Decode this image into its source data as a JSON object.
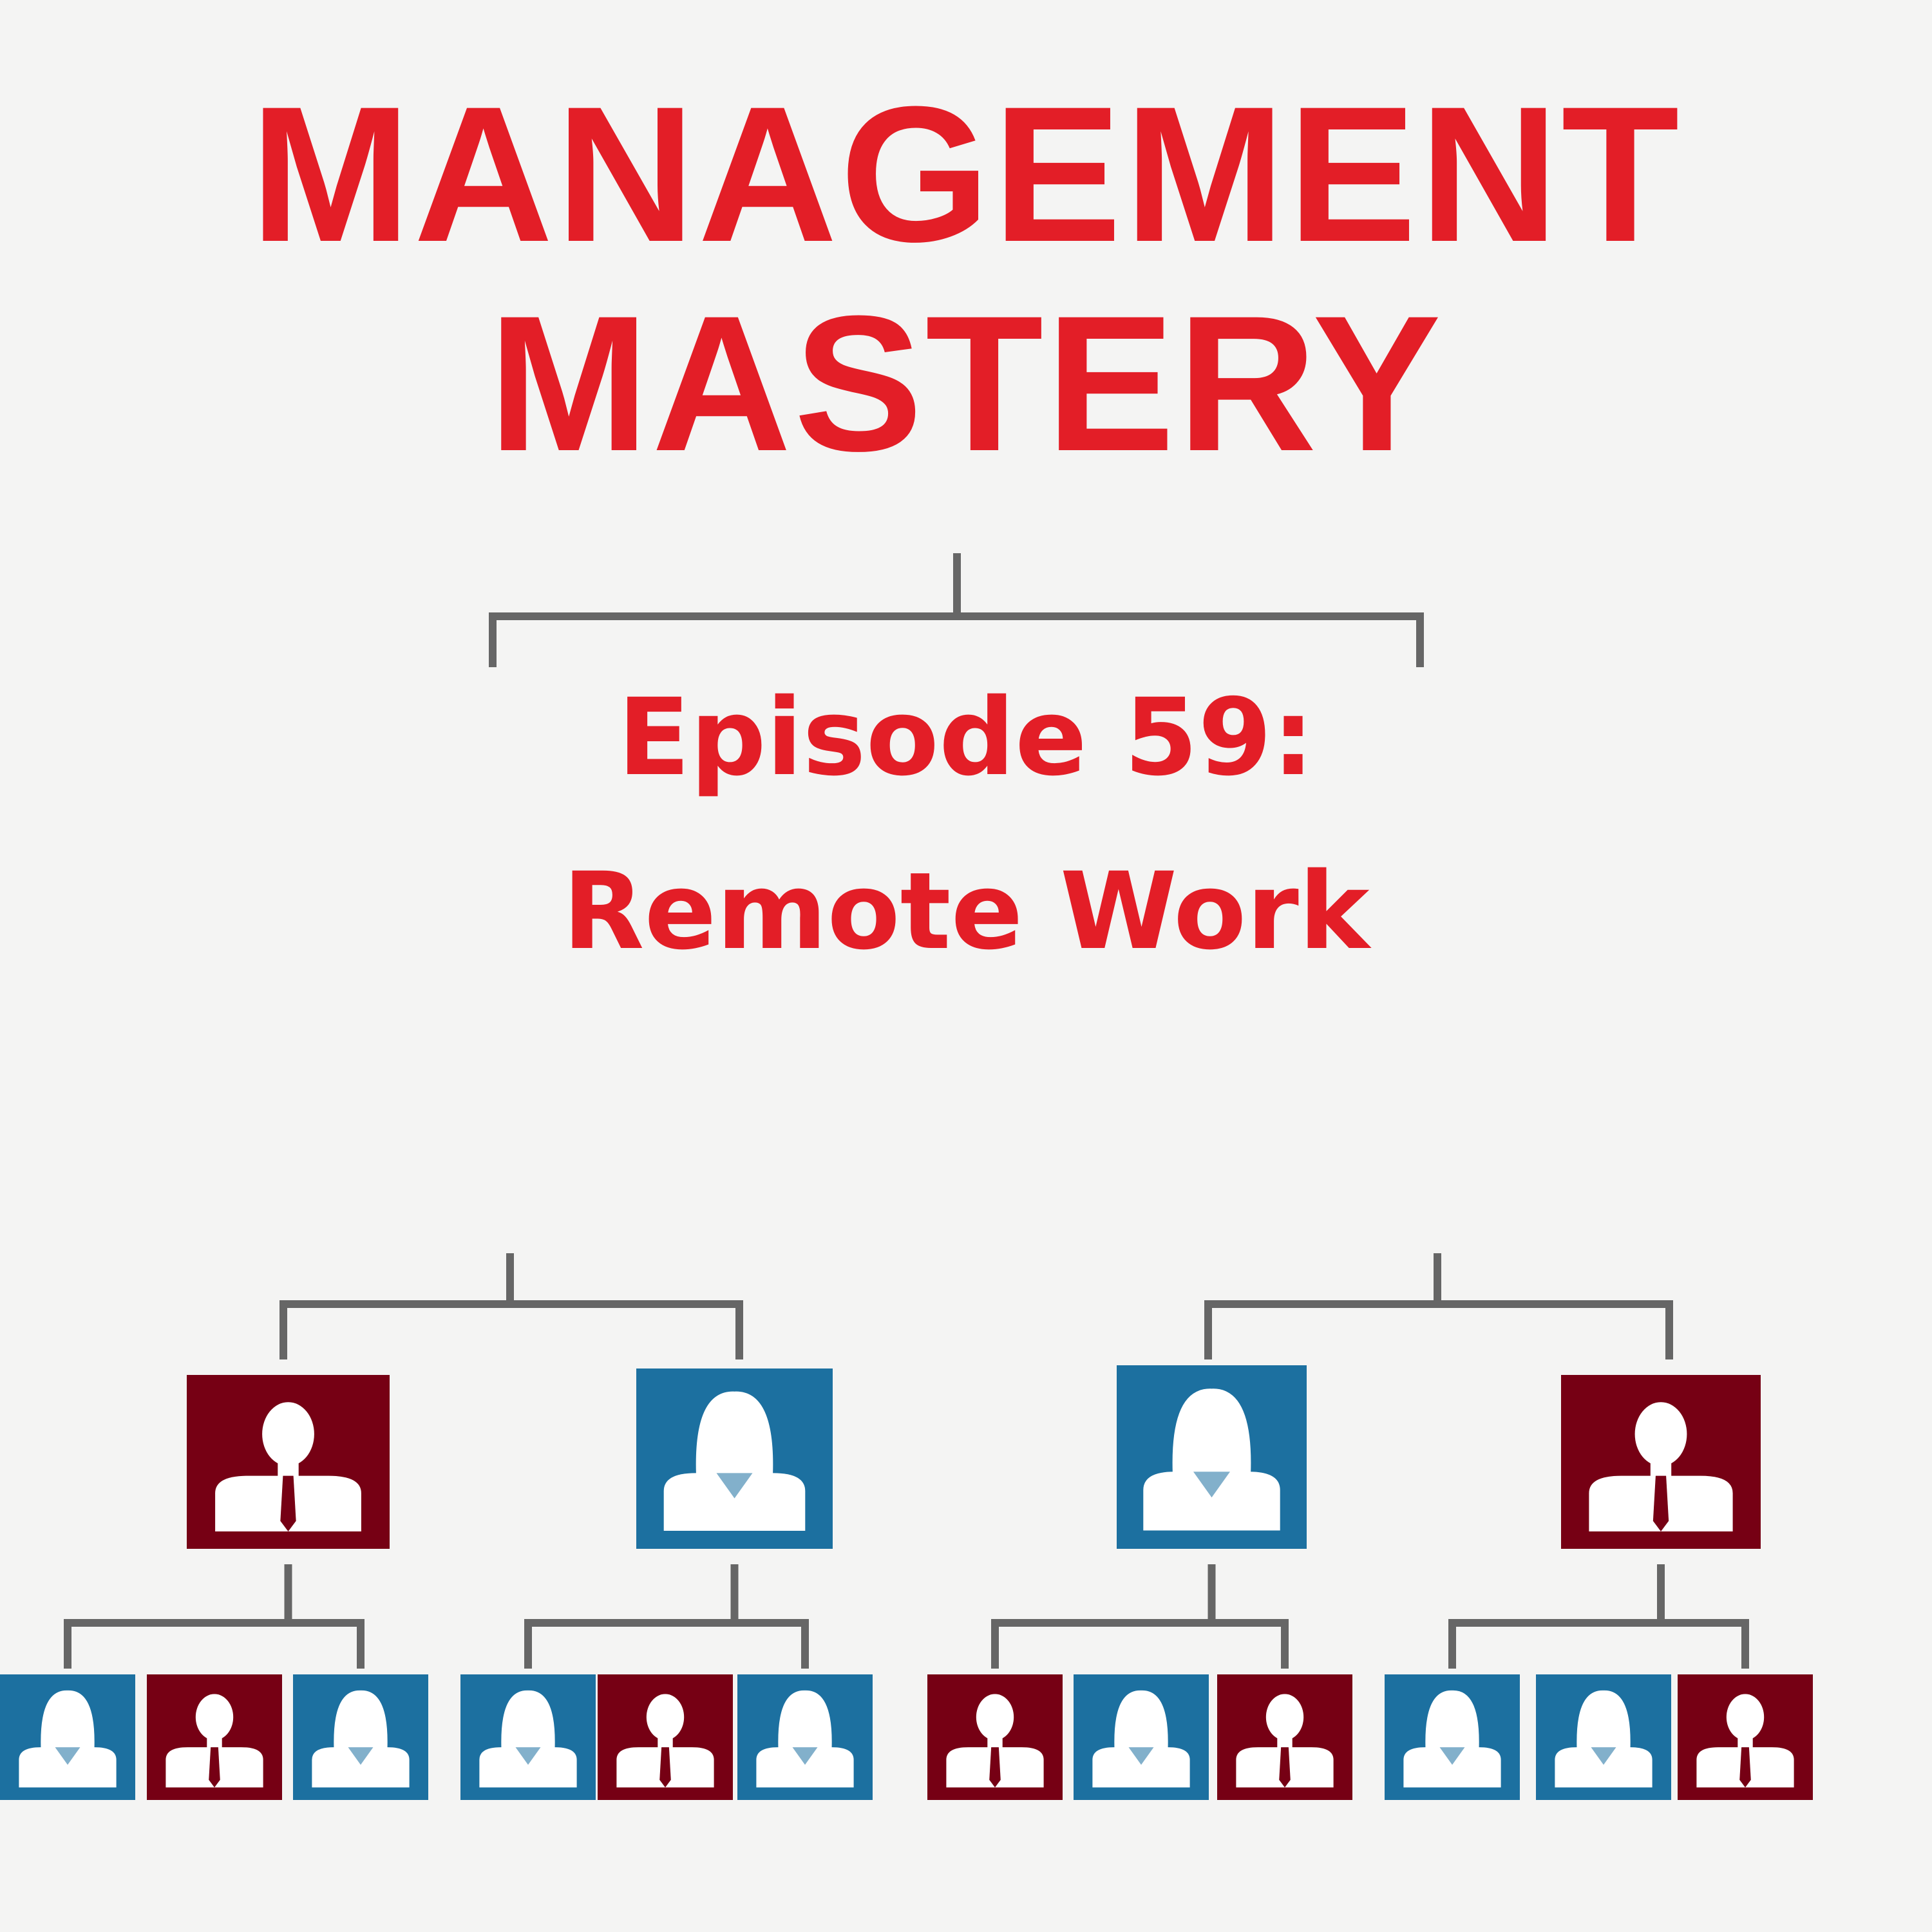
{
  "title": {
    "line1": "MANAGEMENT",
    "line2": "MASTERY"
  },
  "episode": {
    "line1": "Episode 59:",
    "line2": "Remote Work"
  },
  "colors": {
    "title_red": "#e31e27",
    "box_maroon": "#760014",
    "box_blue": "#1c70a0",
    "connector_gray": "#666666",
    "figure_white": "#ffffff",
    "background": "#f4f4f3"
  },
  "org_chart": {
    "managers": [
      {
        "icon": "male-person-icon",
        "color": "maroon",
        "reports": [
          "female-person-icon:blue",
          "male-person-icon:maroon",
          "female-person-icon:blue"
        ]
      },
      {
        "icon": "female-person-icon",
        "color": "blue",
        "reports": [
          "female-person-icon:blue",
          "male-person-icon:maroon",
          "female-person-icon:blue"
        ]
      },
      {
        "icon": "female-person-icon",
        "color": "blue",
        "reports": [
          "male-person-icon:maroon",
          "female-person-icon:blue",
          "male-person-icon:maroon"
        ]
      },
      {
        "icon": "male-person-icon",
        "color": "maroon",
        "reports": [
          "female-person-icon:blue",
          "female-person-icon:blue",
          "male-person-icon:maroon"
        ]
      }
    ]
  }
}
